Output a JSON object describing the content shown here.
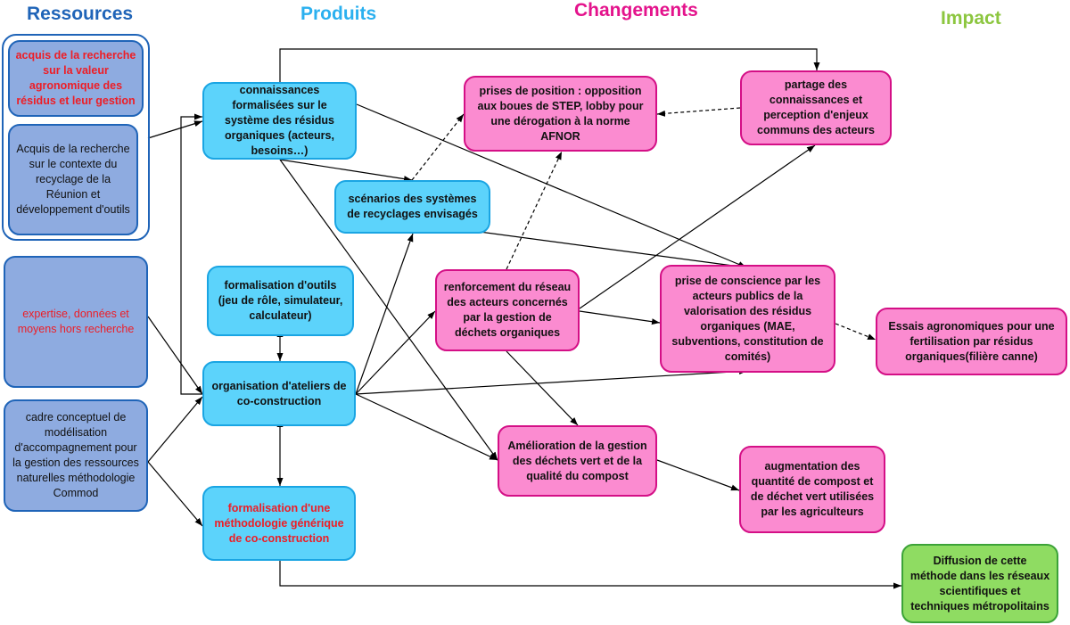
{
  "columns": {
    "resources": "Ressources",
    "products": "Produits",
    "changes": "Changements",
    "impact": "Impact"
  },
  "colors": {
    "resources_fill": "#8eabe0",
    "resources_border": "#1f64b8",
    "products_fill": "#5cd3fb",
    "products_border": "#1aa5e3",
    "changes_fill": "#fb8bd0",
    "changes_border": "#d40f86",
    "impact_fill": "#8fdc62",
    "impact_border": "#3ca338",
    "highlight_text": "#ee1d25"
  },
  "resources": {
    "acquis_valeur": "acquis  de la recherche sur la valeur agronomique des résidus et leur gestion",
    "acquis_contexte": "Acquis de la recherche sur le contexte du recyclage de la Réunion et développement d'outils",
    "expertise": "expertise, données et moyens hors recherche",
    "cadre": "cadre conceptuel de modélisation d'accompagnement pour la gestion des ressources naturelles méthodologie Commod"
  },
  "products": {
    "connaissances": "connaissances formalisées sur le système des résidus organiques (acteurs, besoins…)",
    "scenarios": "scénarios des systèmes de recyclages envisagés",
    "outils": "formalisation d'outils (jeu de rôle, simulateur, calculateur)",
    "ateliers": "organisation d'ateliers de co-construction",
    "methodologie": "formalisation d'une méthodologie générique de co-construction"
  },
  "changes": {
    "prises_position": "prises de position : opposition aux boues de STEP, lobby pour une dérogation à la norme AFNOR",
    "partage": "partage des connaissances et perception d'enjeux communs des acteurs",
    "renforcement": "renforcement du réseau des acteurs concernés par la gestion de déchets organiques",
    "prise_conscience": "prise de conscience par les acteurs publics de la valorisation des résidus organiques (MAE, subventions, constitution de comités)",
    "amelioration": "Amélioration de la gestion des déchets vert et de la qualité du compost",
    "augmentation": "augmentation des quantité de compost et de déchet vert utilisées par les agriculteurs"
  },
  "impact": {
    "essais": "Essais agronomiques pour une fertilisation par résidus organiques(filière canne)",
    "diffusion": "Diffusion de cette méthode dans les réseaux scientifiques et techniques métropolitains"
  }
}
